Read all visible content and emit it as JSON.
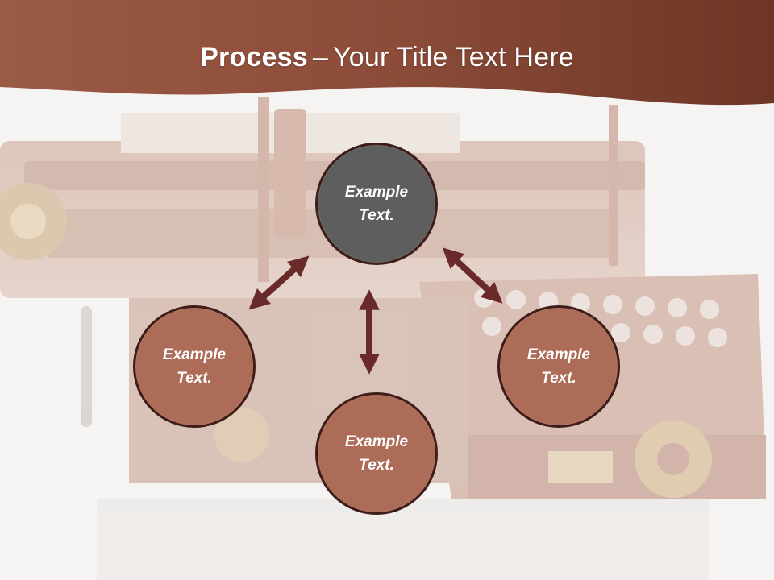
{
  "slide": {
    "title_bold": "Process",
    "title_dash": "–",
    "title_rest": "Your Title Text Here"
  },
  "nodes": [
    {
      "line1": "Example",
      "line2": "Text."
    },
    {
      "line1": "Example",
      "line2": "Text."
    },
    {
      "line1": "Example",
      "line2": "Text."
    },
    {
      "line1": "Example",
      "line2": "Text."
    }
  ],
  "colors": {
    "banner": "#8a4a38",
    "top_circle": "#5f5e5e",
    "side_circles": "#ad6c58",
    "arrows": "#6b2a2a"
  },
  "icons": [
    "double-headed-arrow-icon"
  ]
}
